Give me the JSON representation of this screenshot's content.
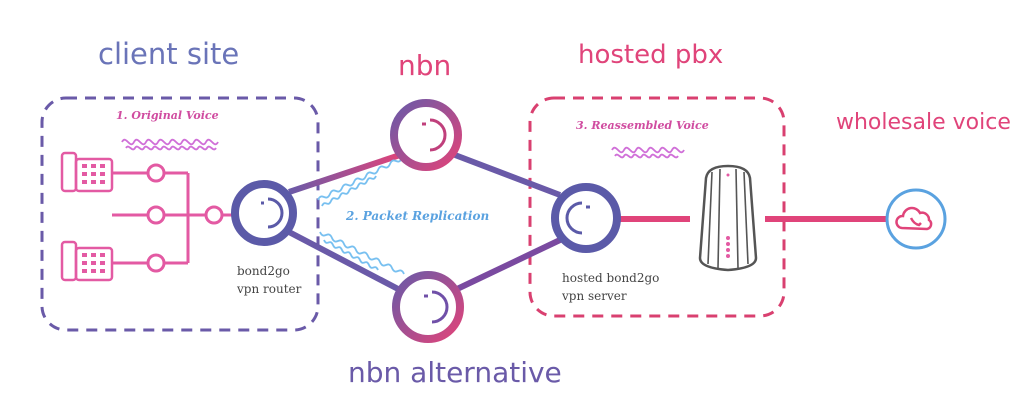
{
  "colors": {
    "purple": "#6a5aa8",
    "magenta": "#e0447a",
    "pink": "#e35aa3",
    "lightpink": "#e27ad6",
    "blue": "#5aa2e0",
    "lightblue": "#78c0f0",
    "dark": "#444444"
  },
  "labels": {
    "client_site": "client site",
    "nbn": "nbn",
    "nbn_alternative": "nbn alternative",
    "hosted_pbx": "hosted pbx",
    "wholesale_voice": "wholesale voice",
    "original_voice": "1. Original Voice",
    "packet_replication": "2. Packet Replication",
    "reassembled_voice": "3. Reassembled Voice",
    "bond2go_line1": "bond2go",
    "bond2go_line2": "vpn router",
    "hosted_bond2go_line1": "hosted bond2go",
    "hosted_bond2go_line2": "vpn server"
  },
  "icons": [
    "phone-icon",
    "phone-icon",
    "router-node-icon",
    "server-rack-icon",
    "cloud-phone-icon"
  ]
}
